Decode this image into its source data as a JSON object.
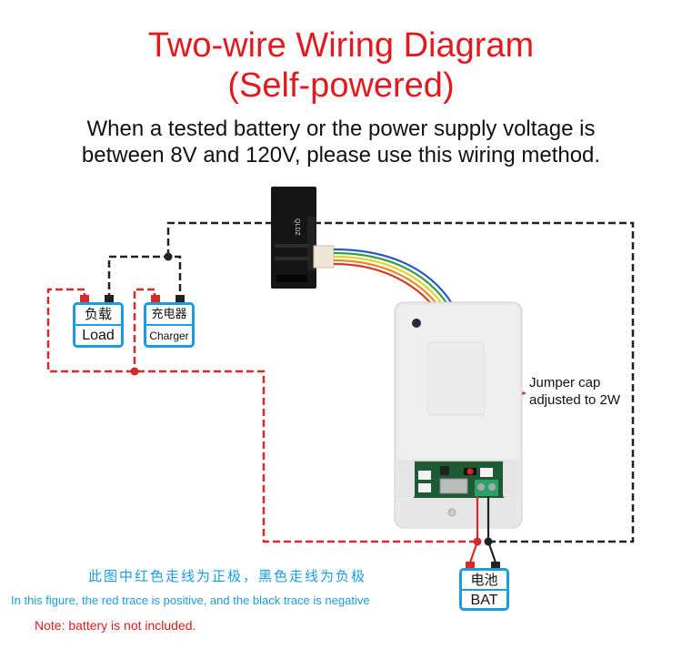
{
  "title": {
    "line1": "Two-wire Wiring Diagram",
    "line2": "(Self-powered)"
  },
  "subtitle": {
    "line1": "When a tested battery or the power supply voltage is",
    "line2": "between 8V and 120V, please use this wiring method."
  },
  "components": {
    "load": {
      "cn": "负载",
      "en": "Load"
    },
    "charger": {
      "cn": "充电器",
      "en": "Charger"
    },
    "battery": {
      "cn": "电池",
      "en": "BAT"
    },
    "sensor": {
      "marking": "QLDZ"
    }
  },
  "annotations": {
    "jumper_line1": "Jumper cap",
    "jumper_line2": "adjusted to 2W"
  },
  "legend": {
    "cn": "此图中红色走线为正极，黑色走线为负极",
    "en": "In this figure, the red trace is positive, and the black trace is negative"
  },
  "note": "Note: battery is not included.",
  "colors": {
    "title": "#e01a1f",
    "positive_trace": "#d42a2a",
    "negative_trace": "#222222",
    "label_border": "#1a9de0",
    "legend_text": "#1a9de0"
  }
}
